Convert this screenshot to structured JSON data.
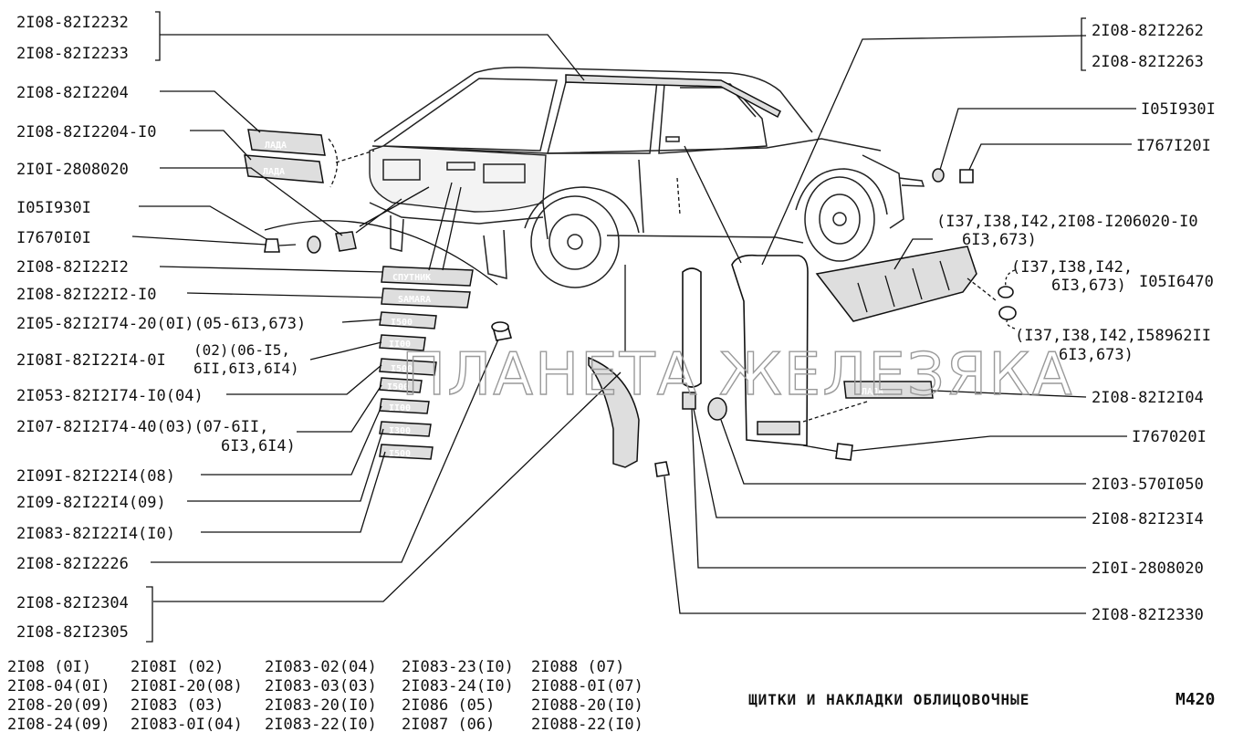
{
  "labels_left": [
    "2I08-82I2232",
    "2I08-82I2233",
    "2I08-82I2204",
    "2I08-82I2204-I0",
    "2I0I-2808020",
    "I05I930I",
    "I7670I0I",
    "2I08-82I22I2",
    "2I08-82I22I2-I0",
    "2I05-82I2I74-20(0I)(05-6I3,673)",
    "2I08I-82I22I4-0I",
    "2I053-82I2I74-I0(04)",
    "2I07-82I2I74-40(03)(07-6II,",
    "6I3,6I4)",
    "2I09I-82I22I4(08)",
    "2I09-82I22I4(09)",
    "2I083-82I22I4(I0)",
    "2I08-82I2226",
    "2I08-82I2304",
    "2I08-82I2305"
  ],
  "label_2108I_suffix_top": "(02)(06-I5,",
  "label_2108I_suffix_bottom": "6II,6I3,6I4)",
  "labels_right": [
    "2I08-82I2262",
    "2I08-82I2263",
    "I05I930I",
    "I767I20I",
    "(I37,I38,I42,2I08-I206020-I0",
    "6I3,673)",
    "(I37,I38,I42,",
    "6I3,673)",
    "I05I6470",
    "(I37,I38,I42,I58962II",
    "6I3,673)",
    "2I08-82I2I04",
    "I767020I",
    "2I03-570I050",
    "2I08-82I23I4",
    "2I0I-2808020",
    "2I08-82I2330"
  ],
  "emblems": {
    "lada": "ЛАДА",
    "sputnik": "СПУТНИК",
    "samara": "SAMARA",
    "b1500": "I500",
    "b1100": "II00",
    "b1300": "I300"
  },
  "model_table": [
    [
      "2I08   (0I)",
      "2I08I   (02)",
      "2I083-02(04)",
      "2I083-23(I0)",
      "2I088   (07)"
    ],
    [
      "2I08-04(0I)",
      "2I08I-20(08)",
      "2I083-03(03)",
      "2I083-24(I0)",
      "2I088-0I(07)"
    ],
    [
      "2I08-20(09)",
      "2I083   (03)",
      "2I083-20(I0)",
      "2I086   (05)",
      "2I088-20(I0)"
    ],
    [
      "2I08-24(09)",
      "2I083-0I(04)",
      "2I083-22(I0)",
      "2I087   (06)",
      "2I088-22(I0)"
    ]
  ],
  "watermark": "ПЛАНЕТА ЖЕЛЕЗЯКА",
  "title": "ЩИТКИ И НАКЛАДКИ ОБЛИЦОВОЧНЫЕ",
  "page_number": "М420"
}
